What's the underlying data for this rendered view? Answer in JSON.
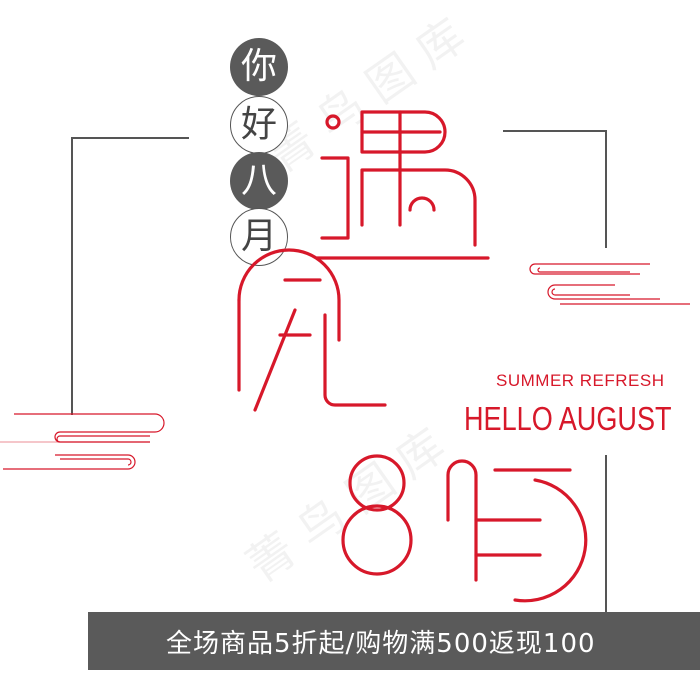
{
  "poster": {
    "circles": [
      "你",
      "好",
      "八",
      "月"
    ],
    "subtitle_en": "SUMMER REFRESH",
    "title_en": "HELLO AUGUST",
    "banner_text": "全场商品5折起/购物满500返现100",
    "watermark": "菁 鸟 图 库"
  },
  "colors": {
    "accent": "#d7182a",
    "dark_gray": "#5a5a5a",
    "line_gray": "#555555"
  },
  "icons": [
    "cloud-icon"
  ]
}
